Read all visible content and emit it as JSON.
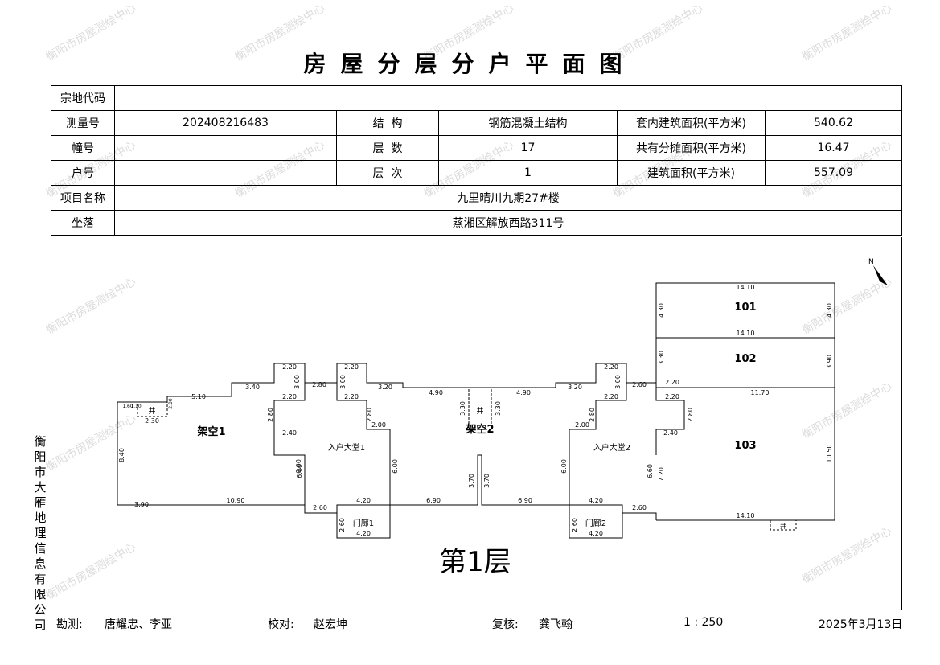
{
  "title": "房屋分层分户平面图",
  "info": {
    "zongdi_label": "宗地代码",
    "zongdi_value": "",
    "celiang_label": "测量号",
    "celiang_value": "202408216483",
    "jiegou_label": "结  构",
    "jiegou_value": "钢筋混凝土结构",
    "taonei_label": "套内建筑面积(平方米)",
    "taonei_value": "540.62",
    "zhuang_label": "幢号",
    "zhuang_value": "",
    "cengshu_label": "层  数",
    "cengshu_value": "17",
    "gongyou_label": "共有分摊面积(平方米)",
    "gongyou_value": "16.47",
    "hu_label": "户号",
    "hu_value": "",
    "cengci_label": "层  次",
    "cengci_value": "1",
    "jianzhu_label": "建筑面积(平方米)",
    "jianzhu_value": "557.09",
    "xiangmu_label": "项目名称",
    "xiangmu_value": "九里晴川九期27#楼",
    "zuoluo_label": "坐落",
    "zuoluo_value": "蒸湘区解放西路311号"
  },
  "plan": {
    "floor_label": "第1层",
    "north": "N",
    "rooms": {
      "r101": "101",
      "r102": "102",
      "r103": "103",
      "jiakong1": "架空1",
      "jiakong2": "架空2",
      "dating1": "入户大堂1",
      "dating2": "入户大堂2",
      "menlang1": "门廊1",
      "menlang2": "门廊2",
      "well": "井"
    },
    "dims": {
      "d1410": "14.10",
      "d430": "4.30",
      "d330": "3.30",
      "d390": "3.90",
      "d1170": "11.70",
      "d1050": "10.50",
      "d720": "7.20",
      "d660": "6.60",
      "d600": "6.00",
      "d420": "4.20",
      "d260": "2.60",
      "d690": "6.90",
      "d370": "3.70",
      "d490": "4.90",
      "d320": "3.20",
      "d300": "3.00",
      "d220": "2.20",
      "d200": "2.00",
      "d280": "2.80",
      "d240": "2.40",
      "d510": "5.10",
      "d340": "3.40",
      "d230": "2.30",
      "d840": "8.40",
      "d1090": "10.90",
      "d160": "1.60",
      "d110": "1.10"
    }
  },
  "side_text": "衡阳市大雁地理信息有限公司",
  "footer": {
    "kance_label": "勘测:",
    "kance_value": "唐耀忠、李亚",
    "jiaodui_label": "校对:",
    "jiaodui_value": "赵宏坤",
    "fuhe_label": "复核:",
    "fuhe_value": "龚飞翰",
    "scale": "1 : 250",
    "date": "2025年3月13日"
  },
  "watermark": "衡阳市房屋测绘中心"
}
